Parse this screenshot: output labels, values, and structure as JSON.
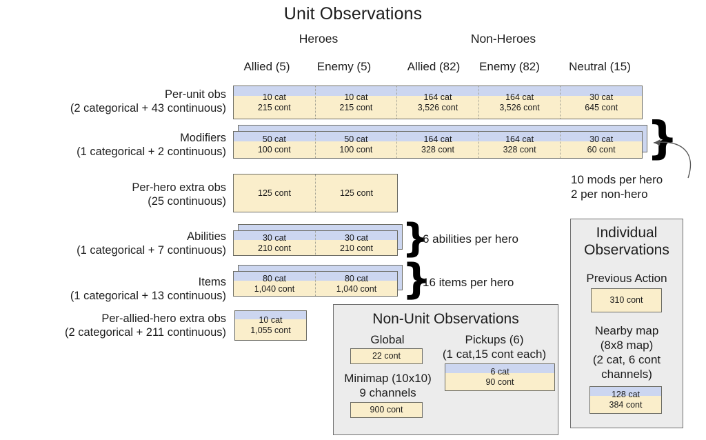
{
  "title": "Unit Observations",
  "groups": [
    {
      "label": "Heroes"
    },
    {
      "label": "Non-Heroes"
    }
  ],
  "columns": [
    {
      "label": "Allied (5)"
    },
    {
      "label": "Enemy (5)"
    },
    {
      "label": "Allied (82)"
    },
    {
      "label": "Enemy (82)"
    },
    {
      "label": "Neutral (15)"
    }
  ],
  "rows": {
    "per_unit": {
      "label": "Per-unit obs",
      "sublabel": "(2 categorical + 43 continuous)",
      "cells": [
        {
          "cat": "10 cat",
          "cont": "215 cont"
        },
        {
          "cat": "10 cat",
          "cont": "215 cont"
        },
        {
          "cat": "164 cat",
          "cont": "3,526 cont"
        },
        {
          "cat": "164 cat",
          "cont": "3,526 cont"
        },
        {
          "cat": "30 cat",
          "cont": "645 cont"
        }
      ]
    },
    "modifiers": {
      "label": "Modifiers",
      "sublabel": "(1 categorical + 2 continuous)",
      "cells": [
        {
          "cat": "50 cat",
          "cont": "100 cont"
        },
        {
          "cat": "50 cat",
          "cont": "100 cont"
        },
        {
          "cat": "164 cat",
          "cont": "328 cont"
        },
        {
          "cat": "164 cat",
          "cont": "328 cont"
        },
        {
          "cat": "30 cat",
          "cont": "60 cont"
        }
      ],
      "annotation_line1": "10 mods per hero",
      "annotation_line2": "2 per non-hero"
    },
    "per_hero_extra": {
      "label": "Per-hero extra obs",
      "sublabel": "(25 continuous)",
      "cells": [
        {
          "cont": "125 cont"
        },
        {
          "cont": "125 cont"
        }
      ]
    },
    "abilities": {
      "label": "Abilities",
      "sublabel": "(1 categorical + 7 continuous)",
      "cells": [
        {
          "cat": "30 cat",
          "cont": "210 cont"
        },
        {
          "cat": "30 cat",
          "cont": "210 cont"
        }
      ],
      "annotation": "6 abilities per hero"
    },
    "items": {
      "label": "Items",
      "sublabel": "(1 categorical + 13 continuous)",
      "cells": [
        {
          "cat": "80 cat",
          "cont": "1,040 cont"
        },
        {
          "cat": "80 cat",
          "cont": "1,040 cont"
        }
      ],
      "annotation": "16 items per hero"
    },
    "per_allied_hero_extra": {
      "label": "Per-allied-hero extra obs",
      "sublabel": "(2 categorical + 211 continuous)",
      "cells": [
        {
          "cat": "10 cat",
          "cont": "1,055 cont"
        }
      ]
    }
  },
  "non_unit_panel": {
    "title": "Non-Unit Observations",
    "global": {
      "label": "Global",
      "value": "22 cont"
    },
    "minimap": {
      "label_line1": "Minimap (10x10)",
      "label_line2": "9 channels",
      "value": "900 cont"
    },
    "pickups": {
      "label_line1": "Pickups (6)",
      "label_line2": "(1 cat,15 cont each)",
      "cat": "6 cat",
      "cont": "90 cont"
    }
  },
  "individual_panel": {
    "title_line1": "Individual",
    "title_line2": "Observations",
    "previous_action": {
      "label": "Previous Action",
      "value": "310 cont"
    },
    "nearby_map": {
      "label_line1": "Nearby map",
      "label_line2": "(8x8 map)",
      "label_line3": "(2 cat, 6 cont",
      "label_line4": "channels)",
      "cat": "128 cat",
      "cont": "384 cont"
    }
  },
  "colors": {
    "categorical_blue": "#ccd6f0",
    "continuous_cream": "#faeecb",
    "panel_gray": "#ececec",
    "outline": "#6b6b63"
  }
}
